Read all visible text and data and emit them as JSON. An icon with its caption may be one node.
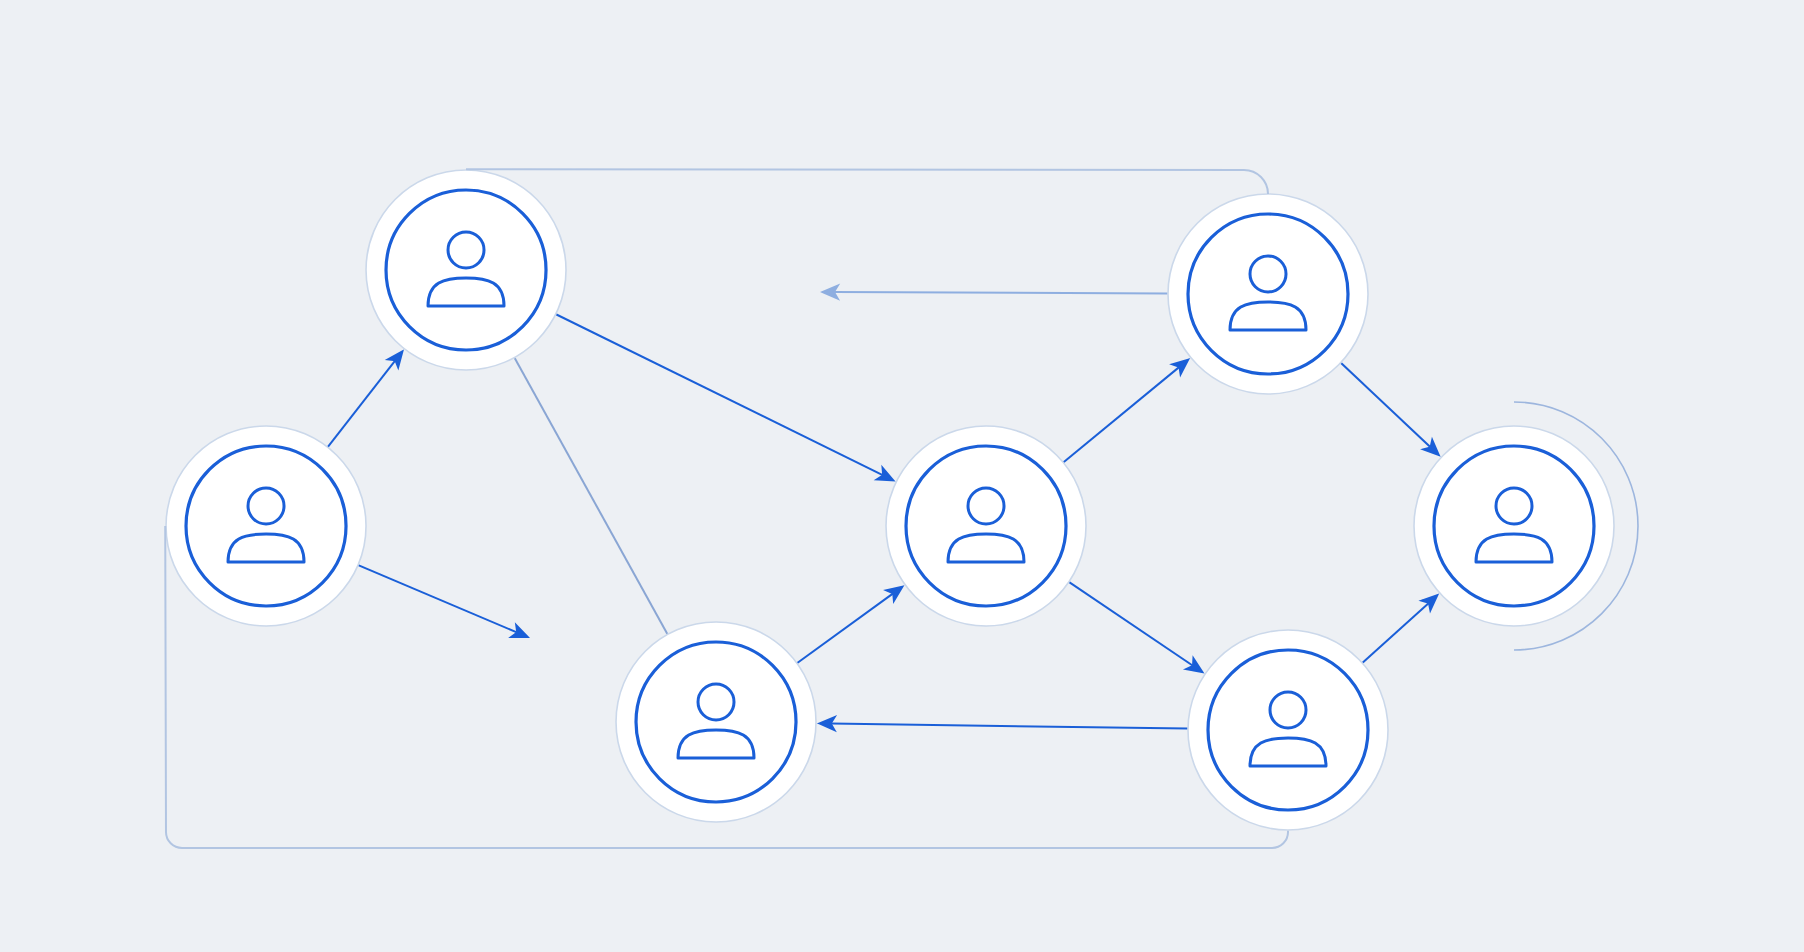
{
  "diagram": {
    "nodes": [
      {
        "text": [],
        "shape": "person"
      },
      {
        "text": [],
        "shape": "person"
      },
      {
        "text": [],
        "shape": "person"
      },
      {
        "text": [],
        "shape": "person"
      },
      {
        "text": [],
        "shape": "person"
      },
      {
        "text": [],
        "shape": "person"
      },
      {
        "text": [],
        "shape": "person"
      }
    ],
    "edges": [
      {
        "from": 0,
        "to": 1,
        "arrow": "to"
      },
      {
        "from": 0,
        "to": null,
        "arrow": "to"
      },
      {
        "from": 1,
        "to": 3,
        "arrow": "to"
      },
      {
        "from": 1,
        "to": 2,
        "arrow": "none",
        "color": "#8aa6d4"
      },
      {
        "from": 2,
        "to": 3,
        "arrow": "to"
      },
      {
        "from": 3,
        "to": 4,
        "arrow": "to"
      },
      {
        "from": 3,
        "to": 5,
        "arrow": "to"
      },
      {
        "from": 4,
        "to": 6,
        "arrow": "to"
      },
      {
        "from": 5,
        "to": 6,
        "arrow": "to"
      },
      {
        "from": 4,
        "to": null,
        "arrow": "to",
        "color": "#8eaee0"
      },
      {
        "from": 5,
        "to": 2,
        "arrow": "to"
      },
      {
        "from": 1,
        "to": 4,
        "arrow": "none",
        "color": "#b2c5e2"
      },
      {
        "from": 0,
        "to": 5,
        "arrow": "none",
        "color": "#b2c5e2"
      }
    ]
  }
}
